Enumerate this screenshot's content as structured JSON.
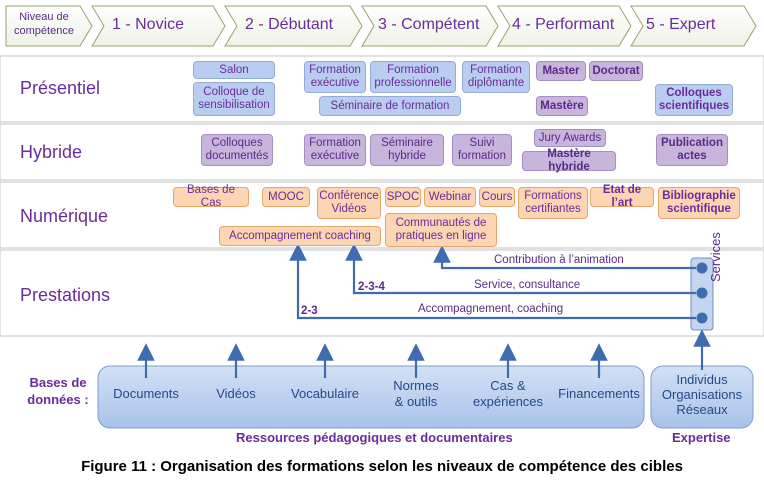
{
  "header": {
    "first_label": "Niveau de compétence",
    "levels": [
      "1 - Novice",
      "2 - Débutant",
      "3 - Compétent",
      "4 - Performant",
      "5 - Expert"
    ]
  },
  "rows": [
    "Présentiel",
    "Hybride",
    "Numérique",
    "Prestations"
  ],
  "presentiel": {
    "salon": "Salon",
    "colloque_sensibilisation": "Colloque de\nsensibilisation",
    "formation_executive": "Formation\nexécutive",
    "formation_professionnelle": "Formation\nprofessionnelle",
    "formation_diplomante": "Formation\ndiplômante",
    "master": "Master",
    "doctorat": "Doctorat",
    "seminaire_formation": "Séminaire de formation",
    "mastere": "Mastère",
    "colloques_scientifiques": "Colloques\nscientifiques"
  },
  "hybride": {
    "colloques_documentes": "Colloques\ndocumentés",
    "formation_executive": "Formation\nexécutive",
    "seminaire_hybride": "Séminaire\nhybride",
    "suivi_formation": "Suivi\nformation",
    "jury_awards": "Jury Awards",
    "mastere_hybride": "Mastère hybride",
    "publication_actes": "Publication\nactes"
  },
  "numerique": {
    "bases_de_cas": "Bases de Cas",
    "mooc": "MOOC",
    "conference_videos": "Conférence\nVidéos",
    "spoc": "SPOC",
    "webinar": "Webinar",
    "cours": "Cours",
    "formations_certifiantes": "Formations\ncertifiantes",
    "etat_de_lart": "Etat de l’art",
    "bibliographie_scientifique": "Bibliographie\nscientifique",
    "accompagnement_coaching": "Accompagnement coaching",
    "communautes_pratiques": "Communautés de\npratiques en ligne"
  },
  "prestations": {
    "contribution": "Contribution à l’animation",
    "service_consultance": "Service, consultance",
    "accompagnement_coaching": "Accompagnement, coaching",
    "label_234": "2-3-4",
    "label_23": "2-3",
    "services": "Services"
  },
  "bases": {
    "label": "Bases de\ndonnées :",
    "resources": [
      "Documents",
      "Vidéos",
      "Vocabulaire",
      "Normes\n& outils",
      "Cas  &\nexpériences",
      "Financements"
    ],
    "expertise_box": "Individus\nOrganisations\nRéseaux",
    "footer_left": "Ressources pédagogiques et documentaires",
    "footer_right": "Expertise"
  },
  "caption": "Figure 11 : Organisation des formations selon les niveaux de compétence des cibles"
}
